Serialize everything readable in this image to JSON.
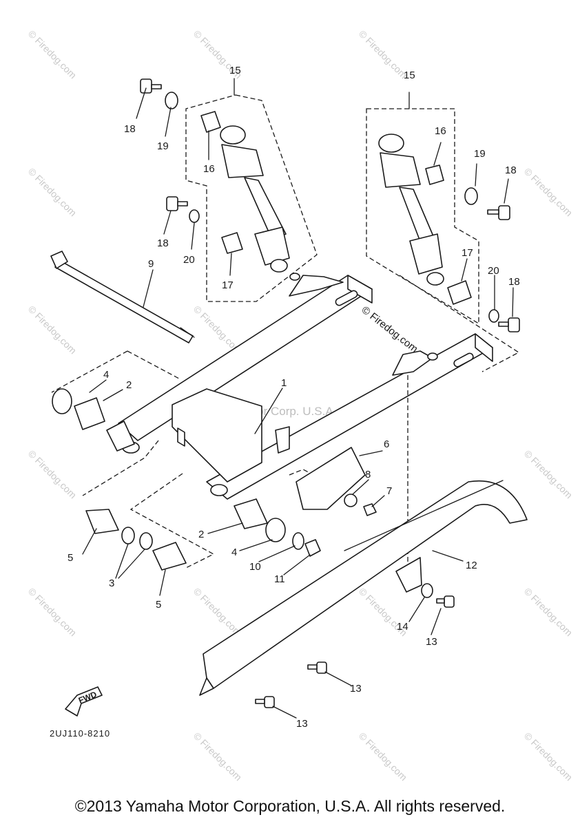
{
  "callouts": [
    "1",
    "2",
    "2",
    "3",
    "4",
    "4",
    "5",
    "5",
    "6",
    "7",
    "8",
    "9",
    "10",
    "11",
    "12",
    "13",
    "13",
    "13",
    "14",
    "15",
    "15",
    "16",
    "16",
    "17",
    "17",
    "18",
    "18",
    "18",
    "18",
    "19",
    "19",
    "20",
    "20"
  ],
  "diagram_code": "2UJ110-8210",
  "fwd_label": "FWD",
  "watermark_center": "Yamaha Motor Corp. U.S.A",
  "watermark_tile": "© Firedog.com",
  "watermark_side": "© Firedog.com",
  "copyright": "©2013 Yamaha Motor Corporation, U.S.A. All rights reserved."
}
